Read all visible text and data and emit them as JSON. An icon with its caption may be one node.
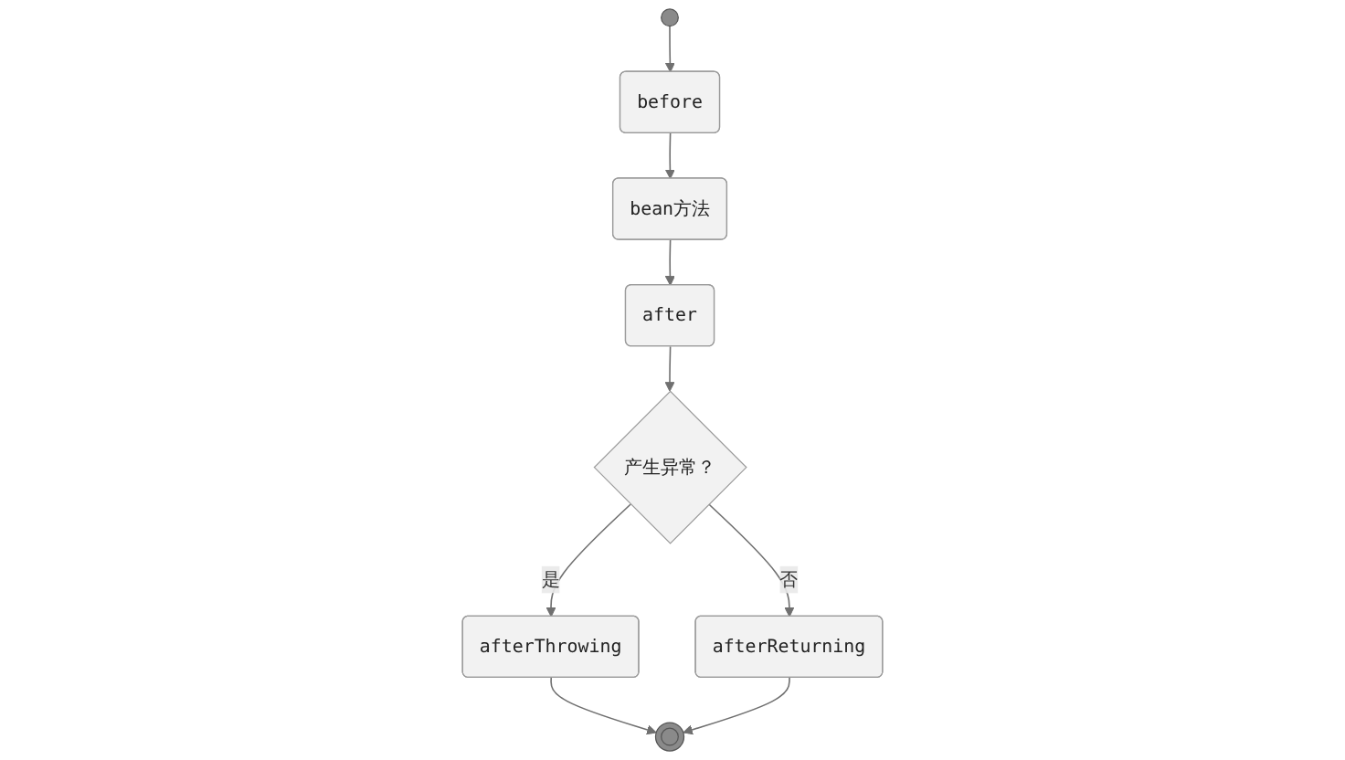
{
  "diagram": {
    "nodes": [
      {
        "text": [],
        "shape": "circle"
      },
      {
        "text": [
          "before"
        ]
      },
      {
        "text": [
          "bean方法"
        ]
      },
      {
        "text": [
          "after"
        ]
      },
      {
        "text": [
          "产生异常？"
        ]
      },
      {
        "text": [
          "afterThrowing"
        ]
      },
      {
        "text": [
          "afterReturning"
        ]
      },
      {
        "text": [],
        "shape": "circle"
      }
    ],
    "edges": [
      {
        "from": 0,
        "to": 1,
        "arrow": "to"
      },
      {
        "from": 1,
        "to": 2,
        "arrow": "to"
      },
      {
        "from": 2,
        "to": 3,
        "arrow": "to"
      },
      {
        "from": 3,
        "to": 4,
        "arrow": "to"
      },
      {
        "from": 4,
        "to": 5,
        "arrow": "to",
        "label": "是"
      },
      {
        "from": 4,
        "to": 6,
        "arrow": "to",
        "label": "否"
      },
      {
        "from": 5,
        "to": 7,
        "arrow": "to"
      },
      {
        "from": 6,
        "to": 7,
        "arrow": "to"
      }
    ]
  }
}
